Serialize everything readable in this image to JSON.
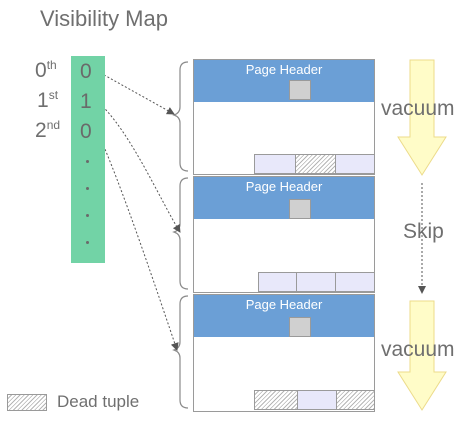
{
  "title": "Visibility Map",
  "rows": [
    {
      "ord": "0",
      "sup": "th",
      "bit": "0"
    },
    {
      "ord": "1",
      "sup": "st",
      "bit": "1"
    },
    {
      "ord": "2",
      "sup": "nd",
      "bit": "0"
    }
  ],
  "page_header_label": "Page Header",
  "actions": {
    "first": "vacuum",
    "second": "Skip",
    "third": "vacuum"
  },
  "legend": {
    "dead_tuple": "Dead tuple"
  },
  "colors": {
    "vm_fill": "#72d3a6",
    "header_fill": "#6b9fd6",
    "arrow_fill": "#fffcc8",
    "arrow_stroke": "#ecdb8a",
    "live_tuple_fill": "#e8e8fa"
  }
}
